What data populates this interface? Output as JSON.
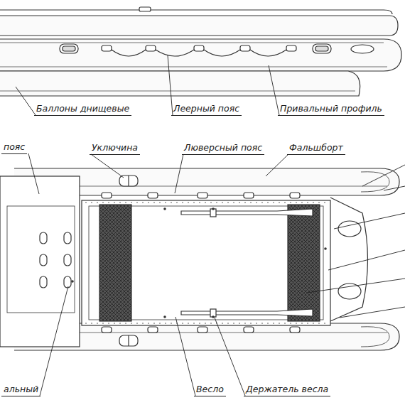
{
  "diagram": {
    "labels": [
      "Баллоны днищевые",
      "Леерный пояс",
      "Привальный профиль",
      "пояс",
      "Уключина",
      "Люверсный пояс",
      "Фальшборт",
      "альный",
      "Весло",
      "Держатель весла"
    ]
  }
}
